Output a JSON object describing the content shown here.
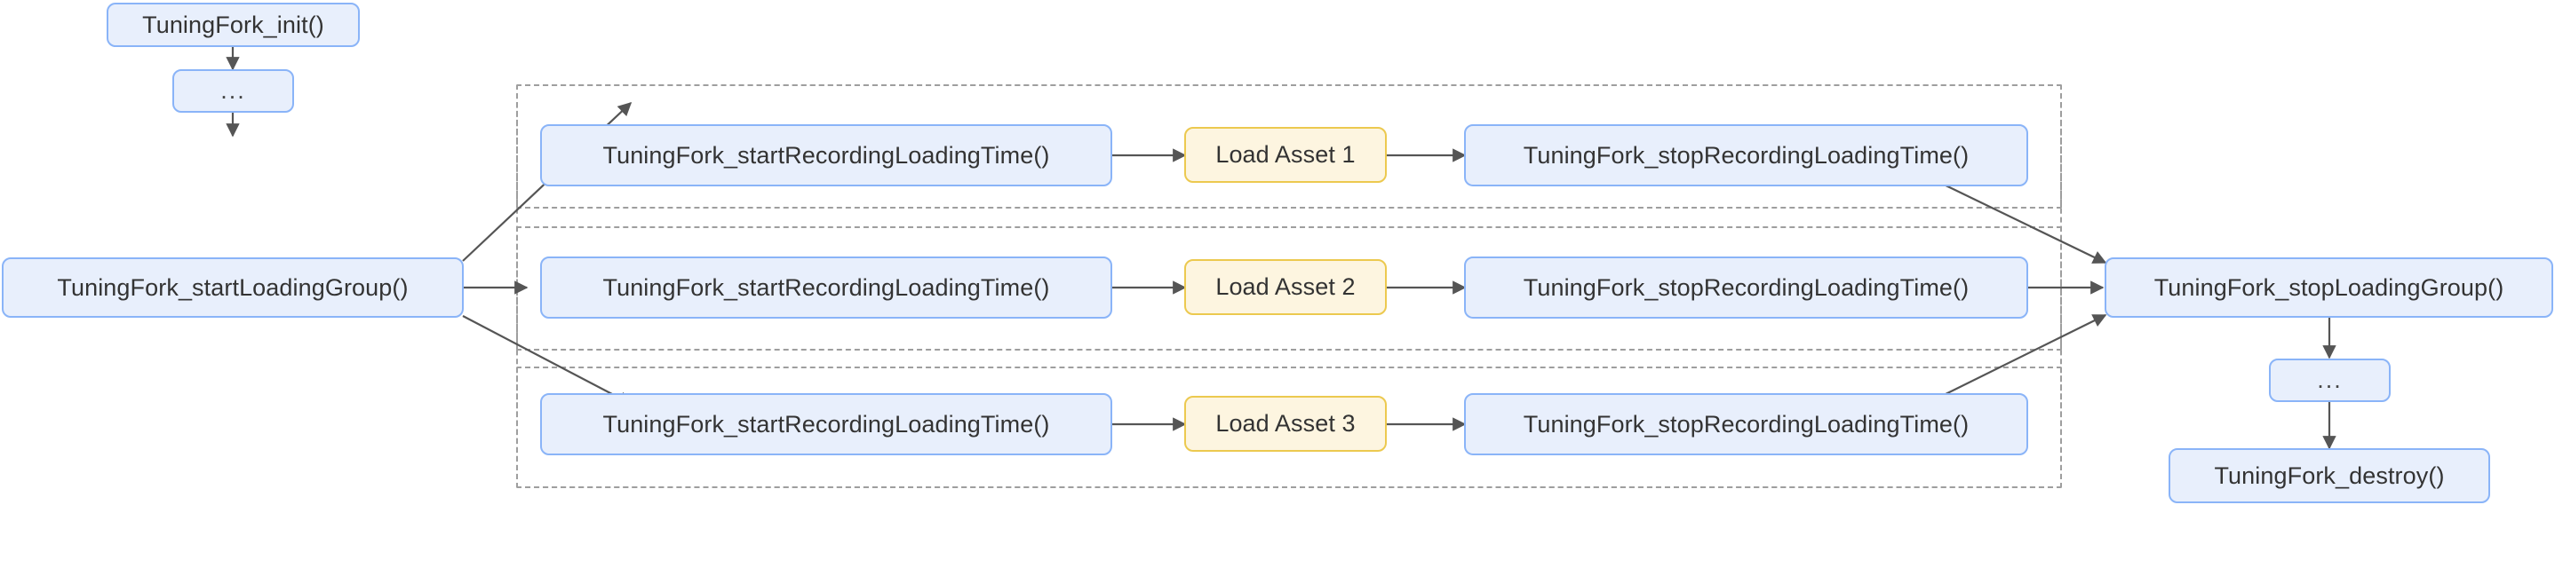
{
  "diagram": {
    "title": "TuningFork loading time instrumentation flow",
    "colors": {
      "node_fill_blue": "#e8effc",
      "node_stroke_blue": "#8ab4f8",
      "node_fill_yellow": "#fdf5e0",
      "node_stroke_yellow": "#ecc94f",
      "edge_stroke": "#555555",
      "group_stroke": "#9e9e9e",
      "text": "#333333",
      "background": "#ffffff"
    },
    "nodes": {
      "init": "TuningFork_init()",
      "ellipsis_top": "...",
      "start_loading_group": "TuningFork_startLoadingGroup()",
      "stop_loading_group": "TuningFork_stopLoadingGroup()",
      "ellipsis_bottom": "...",
      "destroy": "TuningFork_destroy()",
      "start_recording": "TuningFork_startRecordingLoadingTime()",
      "stop_recording": "TuningFork_stopRecordingLoadingTime()",
      "asset_1": "Load Asset 1",
      "asset_2": "Load Asset 2",
      "asset_3": "Load Asset 3"
    },
    "rows": [
      {
        "id": "row-1",
        "start": "TuningFork_startRecordingLoadingTime()",
        "asset": "Load Asset 1",
        "stop": "TuningFork_stopRecordingLoadingTime()"
      },
      {
        "id": "row-2",
        "start": "TuningFork_startRecordingLoadingTime()",
        "asset": "Load Asset 2",
        "stop": "TuningFork_stopRecordingLoadingTime()"
      },
      {
        "id": "row-3",
        "start": "TuningFork_startRecordingLoadingTime()",
        "asset": "Load Asset 3",
        "stop": "TuningFork_stopRecordingLoadingTime()"
      }
    ]
  }
}
